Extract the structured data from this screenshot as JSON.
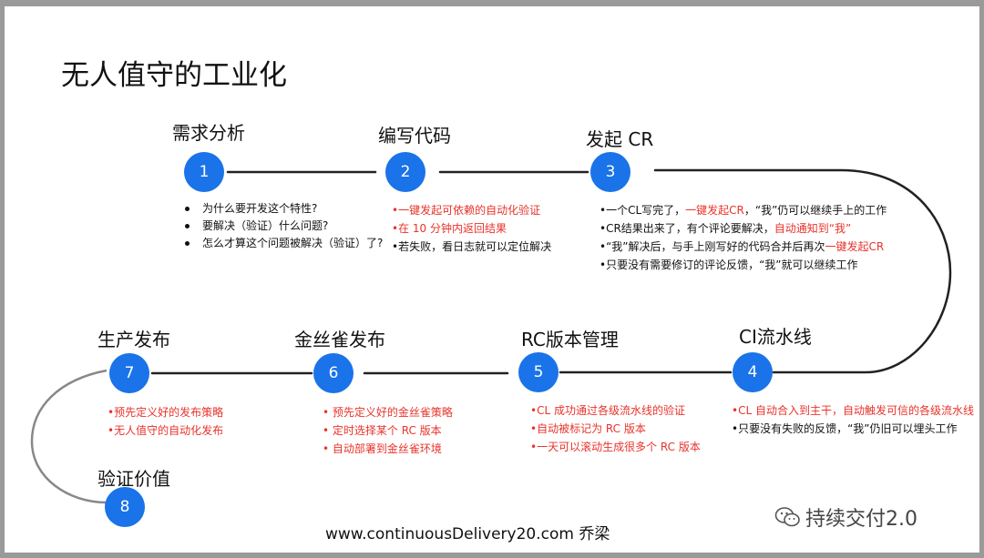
{
  "title": "无人值守的工业化",
  "stages": [
    {
      "num": "1",
      "title": "需求分析",
      "notes": [
        "为什么要开发这个特性?",
        "要解决（验证）什么问题?",
        "怎么才算这个问题被解决（验证）了?"
      ]
    },
    {
      "num": "2",
      "title": "编写代码",
      "notes": [
        "•一键发起可依赖的自动化验证",
        "•在 10 分钟内返回结果",
        "•若失败，看日志就可以定位解决"
      ]
    },
    {
      "num": "3",
      "title": "发起 CR",
      "notes": {
        "l1a": "•一个CL写完了，",
        "l1b": "一键发起CR",
        "l1c": "，“我”仍可以继续手上的工作",
        "l2a": "•CR结果出来了，有个评论要解决，",
        "l2b": "自动通知到“我”",
        "l3a": "•“我”解决后，与手上刚写好的代码合并后再次",
        "l3b": "一键发起CR",
        "l4": "•只要没有需要修订的评论反馈，“我”就可以继续工作"
      }
    },
    {
      "num": "4",
      "title": "CI流水线",
      "notes": [
        "•CL 自动合入到主干，自动触发可信的各级流水线",
        "•只要没有失败的反馈，“我”仍旧可以埋头工作"
      ]
    },
    {
      "num": "5",
      "title": "RC版本管理",
      "notes": [
        "•CL 成功通过各级流水线的验证",
        "•自动被标记为 RC 版本",
        "•一天可以滚动生成很多个 RC 版本"
      ]
    },
    {
      "num": "6",
      "title": "金丝雀发布",
      "notes": [
        "•  预先定义好的金丝雀策略",
        "•  定时选择某个 RC 版本",
        "•  自动部署到金丝雀环境"
      ]
    },
    {
      "num": "7",
      "title": "生产发布",
      "notes": [
        "•预先定义好的发布策略",
        "•无人值守的自动化发布"
      ]
    },
    {
      "num": "8",
      "title": "验证价值"
    }
  ],
  "footer": "www.continuousDelivery20.com    乔梁",
  "brand": "持续交付2.0",
  "colors": {
    "node": "#1a73e8",
    "highlight": "#e8332b",
    "line": "#222222"
  }
}
